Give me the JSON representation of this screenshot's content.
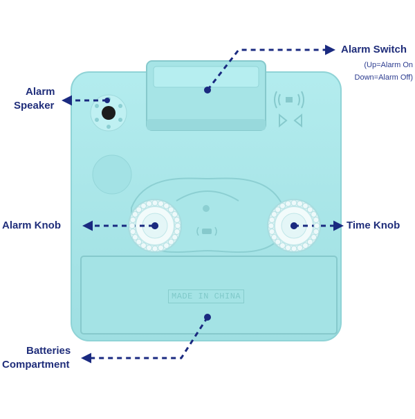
{
  "colors": {
    "body": "#a8e6e8",
    "body_edge": "#8fd3d6",
    "body_shadow": "#7fc6c9",
    "arrow": "#1a2a80",
    "knob": "#e9f7f8"
  },
  "labels": {
    "alarm_switch": "Alarm Switch",
    "alarm_switch_note_1": "(Up=Alarm On",
    "alarm_switch_note_2": "Down=Alarm Off)",
    "alarm_speaker_1": "Alarm",
    "alarm_speaker_2": "Speaker",
    "alarm_knob": "Alarm Knob",
    "time_knob": "Time Knob",
    "batteries_1": "Batteries",
    "batteries_2": "Compartment"
  },
  "device": {
    "emboss_text": "MADE IN CHINA"
  },
  "icons": [
    "speaker-icon",
    "alarm-sound-icon",
    "bell-icon",
    "wave-icon"
  ]
}
